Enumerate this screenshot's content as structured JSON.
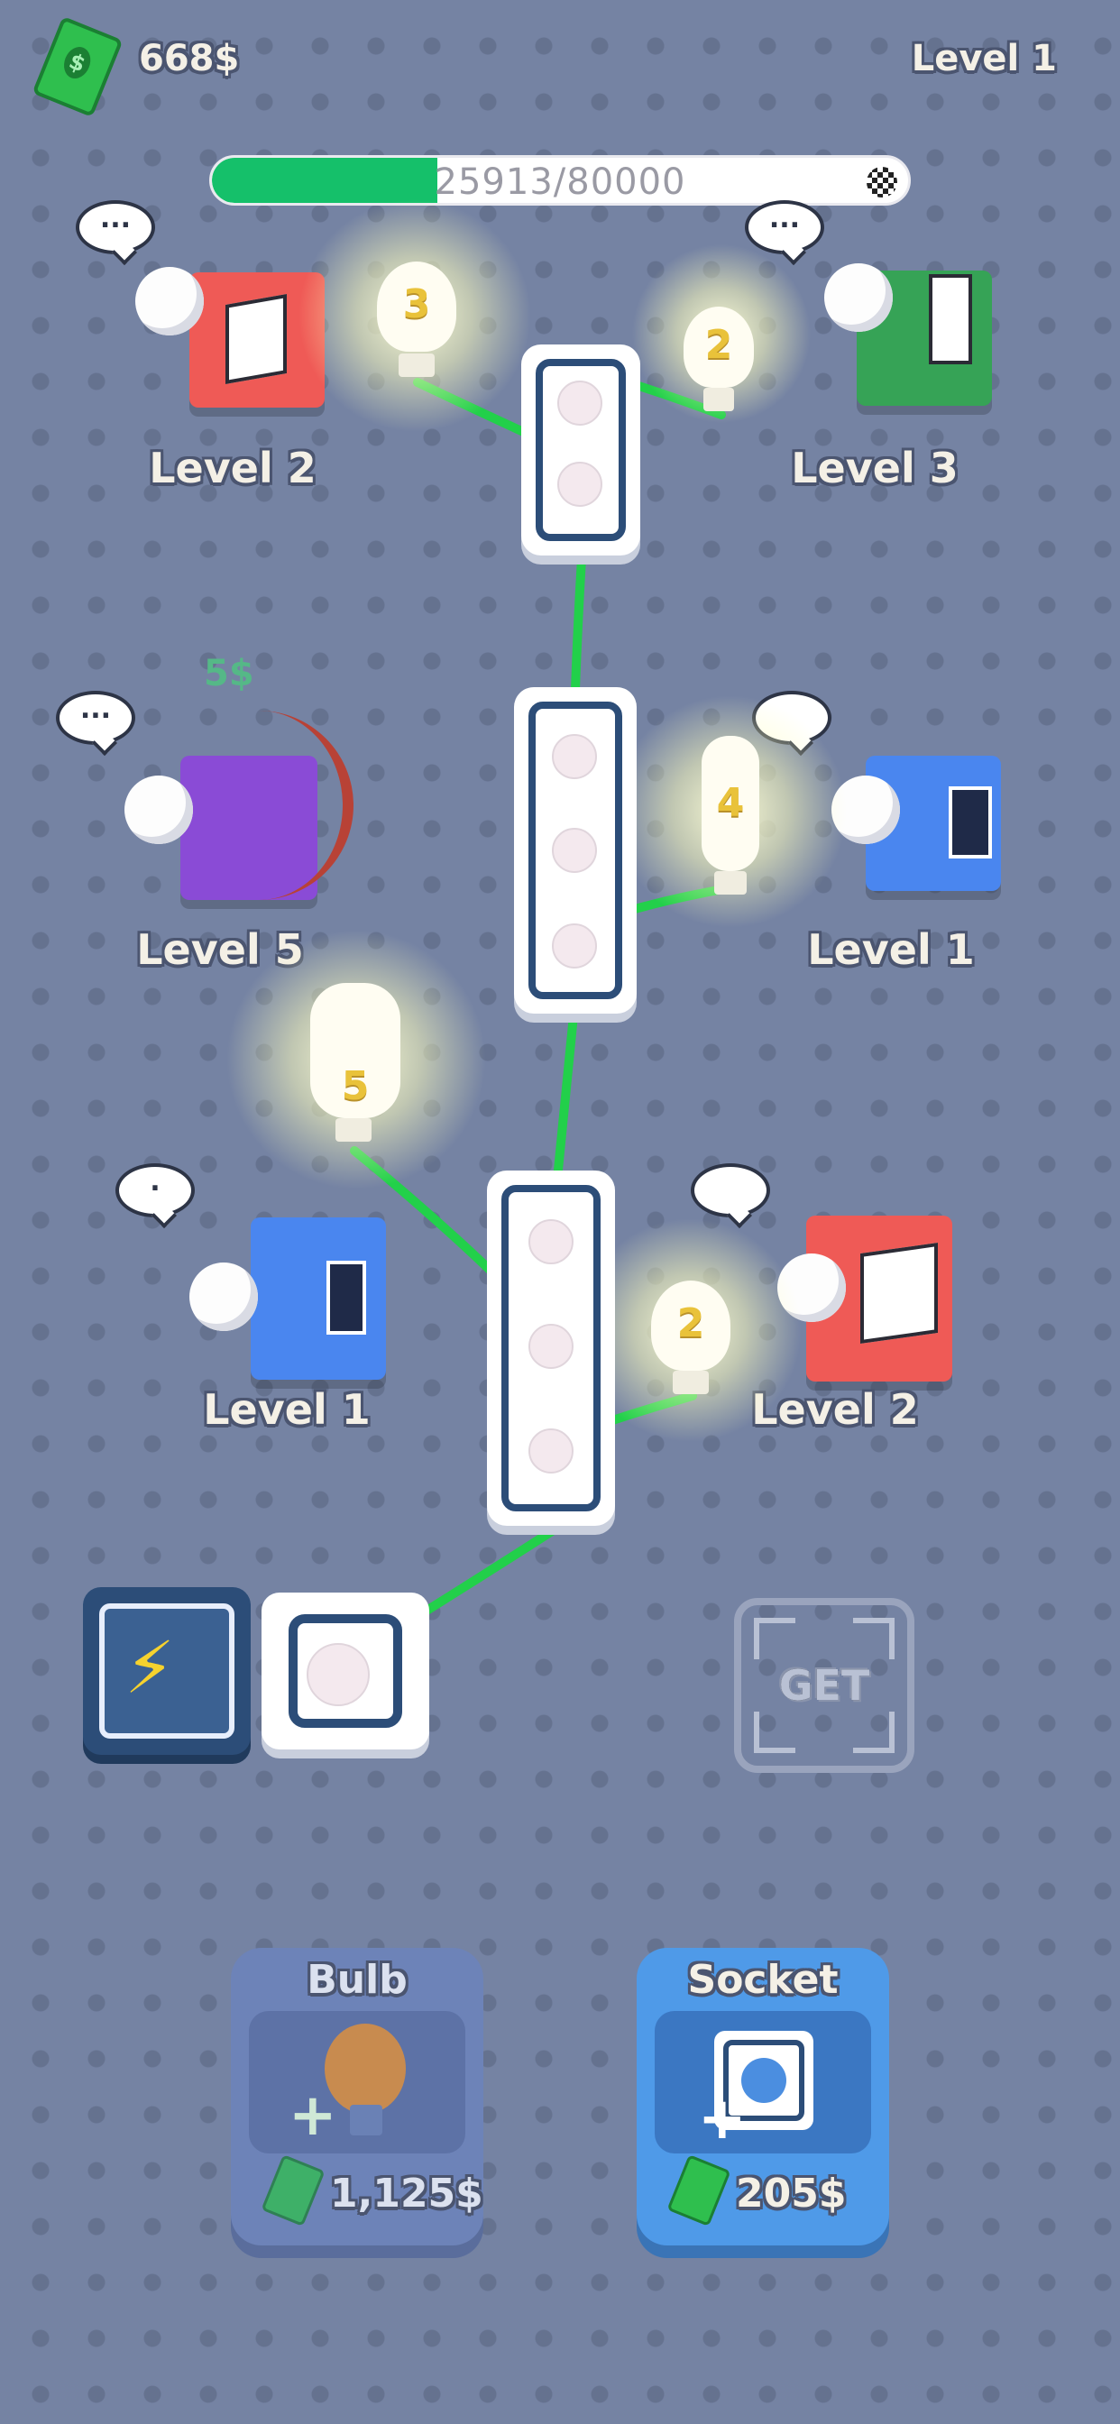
{
  "hud": {
    "money": "668$",
    "level": "Level 1",
    "progress_text": "25913/80000",
    "progress_fraction": 0.324
  },
  "workers": [
    {
      "id": "w1",
      "label": "Level 2",
      "color": "#ef5a56",
      "bubble": "..."
    },
    {
      "id": "w2",
      "label": "Level 3",
      "color": "#36a356",
      "bubble": "..."
    },
    {
      "id": "w3",
      "label": "Level 5",
      "color": "#8a4bd6",
      "bubble": "...",
      "earning": "5$"
    },
    {
      "id": "w4",
      "label": "Level 1",
      "color": "#4a86ef",
      "bubble": ""
    },
    {
      "id": "w5",
      "label": "Level 1",
      "color": "#4a86ef",
      "bubble": "."
    },
    {
      "id": "w6",
      "label": "Level 2",
      "color": "#ef5a56",
      "bubble": ""
    }
  ],
  "bulbs": [
    "3",
    "2",
    "4",
    "5",
    "2"
  ],
  "power": {
    "get_label": "GET"
  },
  "shop": {
    "bulb": {
      "title": "Bulb",
      "price": "1,125$"
    },
    "socket": {
      "title": "Socket",
      "price": "205$"
    }
  },
  "icons": [
    "cash-icon",
    "checkered-flag-icon",
    "speech-bubble-icon",
    "light-bulb-icon",
    "power-strip-icon",
    "battery-icon",
    "lightning-icon",
    "outlet-icon",
    "get-expand-icon",
    "plus-icon"
  ]
}
